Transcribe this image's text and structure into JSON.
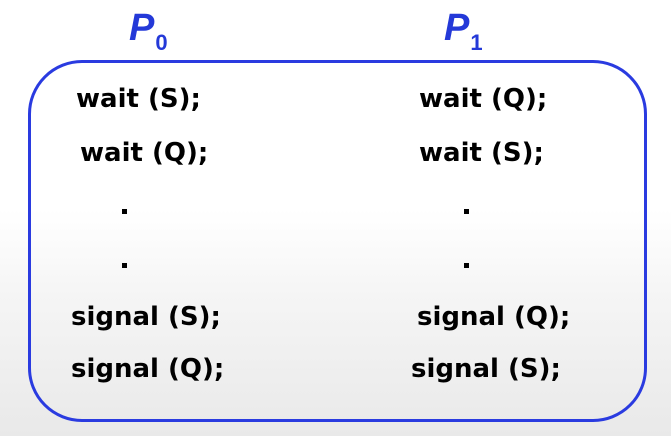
{
  "processes": [
    {
      "label": "P",
      "subscript": "0",
      "statements": [
        "wait (S);",
        "wait (Q);",
        "signal (S);",
        "signal (Q);"
      ]
    },
    {
      "label": "P",
      "subscript": "1",
      "statements": [
        "wait (Q);",
        "wait (S);",
        "signal (Q);",
        "signal (S);"
      ]
    }
  ],
  "colors": {
    "title": "#2439d8",
    "border": "#2a3be0",
    "text": "#000000"
  }
}
